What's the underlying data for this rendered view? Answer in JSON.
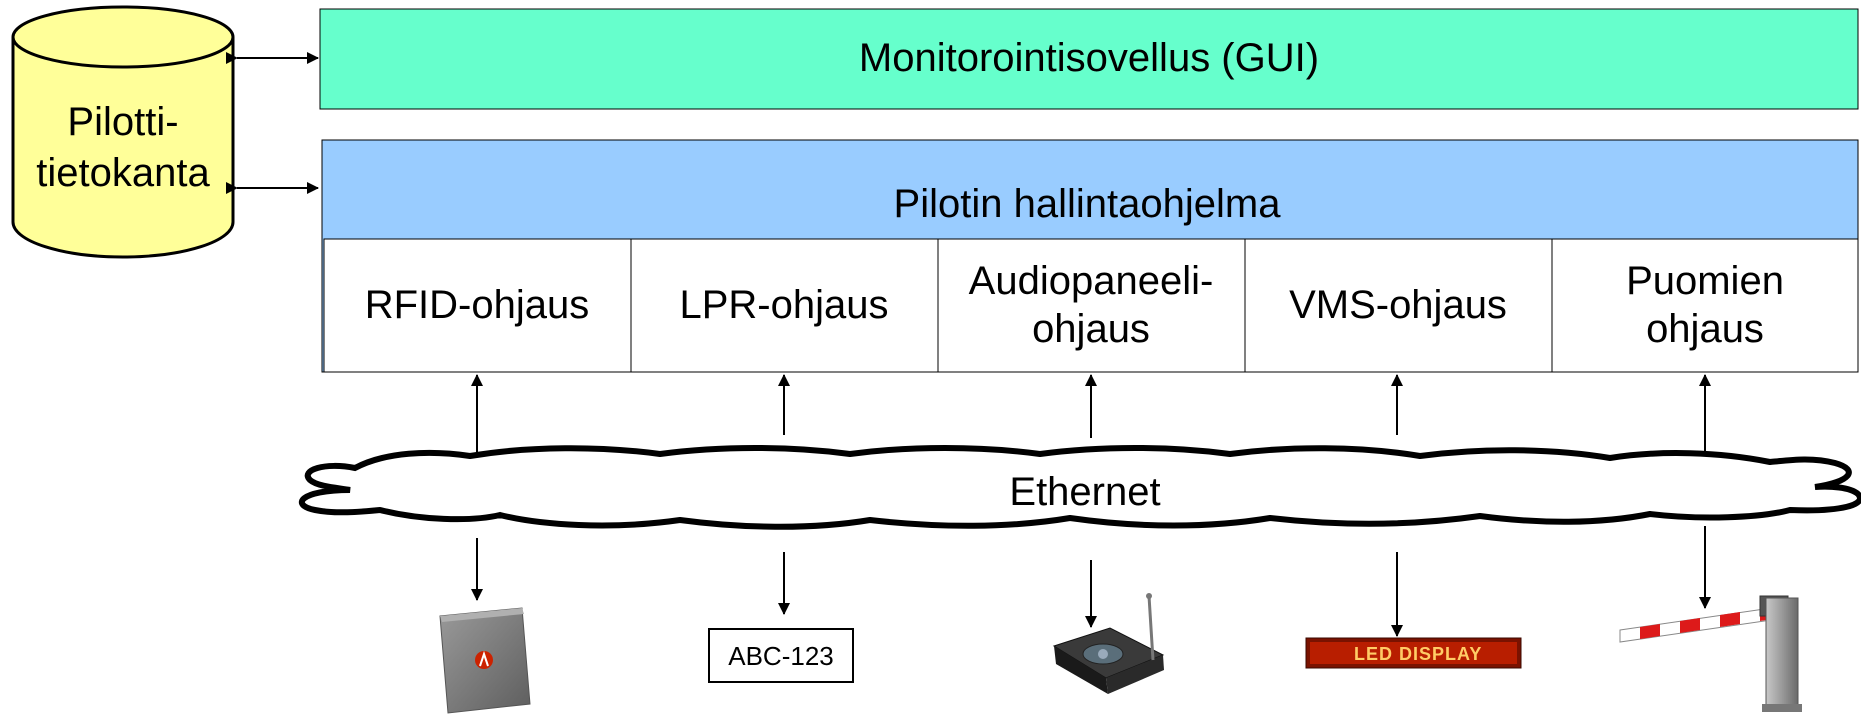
{
  "database": {
    "line1": "Pilotti-",
    "line2": "tietokanta",
    "color": "#ffff99"
  },
  "monitor": {
    "label": "Monitorointisovellus (GUI)",
    "color": "#66ffcc"
  },
  "manager": {
    "label": "Pilotin hallintaohjelma",
    "color": "#99ccff"
  },
  "modules": [
    {
      "line1": "RFID-ohjaus",
      "line2": ""
    },
    {
      "line1": "LPR-ohjaus",
      "line2": ""
    },
    {
      "line1": "Audiopaneeli-",
      "line2": "ohjaus"
    },
    {
      "line1": "VMS-ohjaus",
      "line2": ""
    },
    {
      "line1": "Puomien",
      "line2": "ohjaus"
    }
  ],
  "network": {
    "label": "Ethernet"
  },
  "devices": {
    "rfid_reader": "rfid-reader-icon",
    "license_plate": {
      "text": "ABC-123"
    },
    "audio_panel": "audio-panel-icon",
    "led_display": {
      "text": "LED DISPLAY",
      "color": "#cc2200"
    },
    "barrier": "barrier-gate-icon"
  }
}
